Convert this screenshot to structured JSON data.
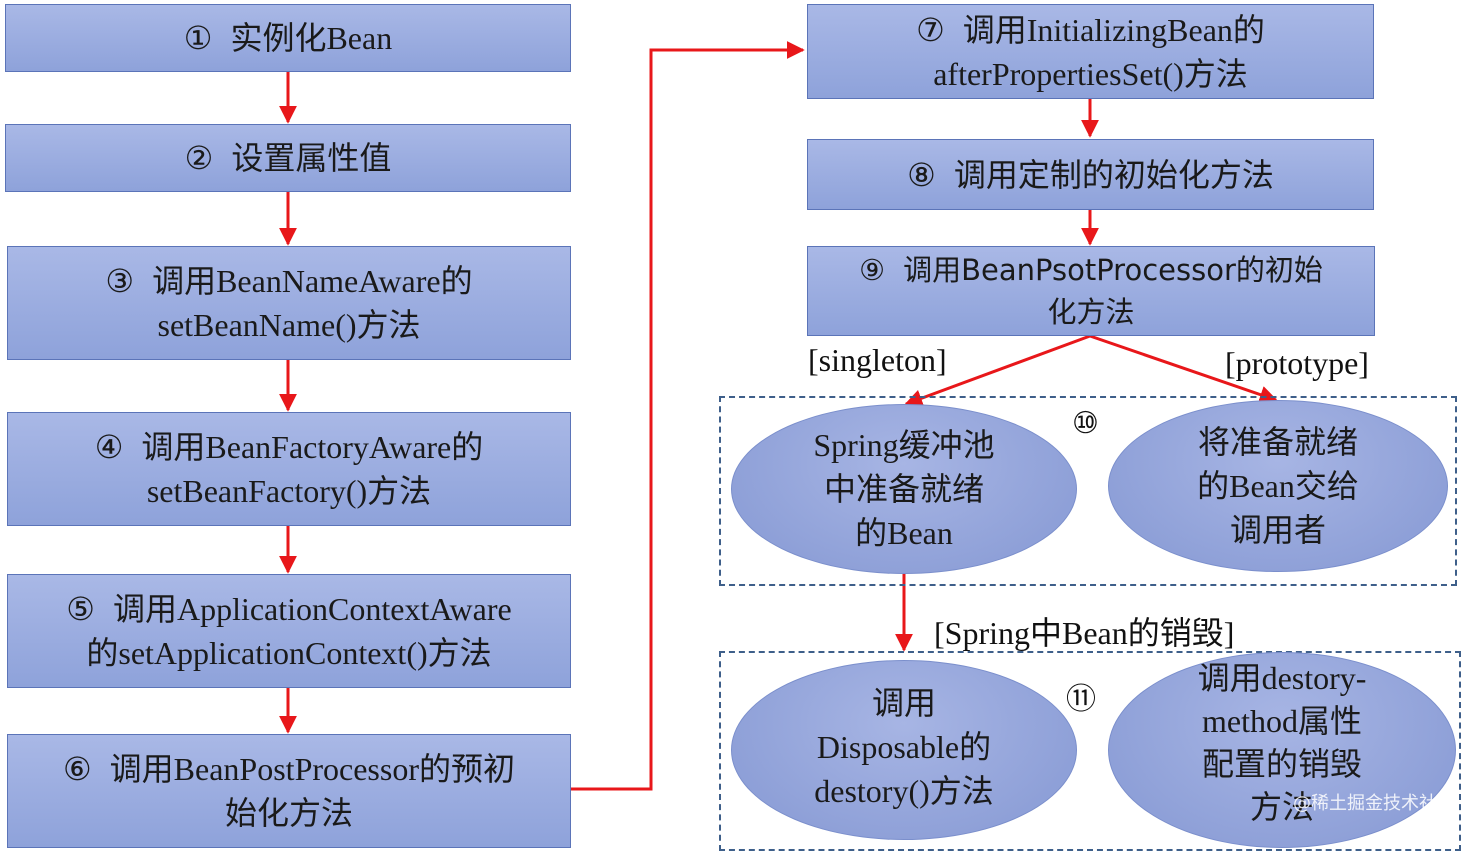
{
  "left_steps": [
    {
      "num": "①",
      "lines": [
        "实例化Bean"
      ]
    },
    {
      "num": "②",
      "lines": [
        "设置属性值"
      ]
    },
    {
      "num": "③",
      "lines": [
        "调用BeanNameAware的",
        "setBeanName()方法"
      ]
    },
    {
      "num": "④",
      "lines": [
        "调用BeanFactoryAware的",
        "setBeanFactory()方法"
      ]
    },
    {
      "num": "⑤",
      "lines": [
        "调用ApplicationContextAware",
        "的setApplicationContext()方法"
      ]
    },
    {
      "num": "⑥",
      "lines": [
        "调用BeanPostProcessor的预初",
        "始化方法"
      ]
    }
  ],
  "right_steps": [
    {
      "num": "⑦",
      "lines": [
        "调用InitializingBean的",
        "afterPropertiesSet()方法"
      ]
    },
    {
      "num": "⑧",
      "lines": [
        "调用定制的初始化方法"
      ]
    },
    {
      "num": "⑨",
      "lines": [
        "调用BeanPsotProcessor的初始",
        "化方法"
      ]
    }
  ],
  "scope_labels": {
    "singleton": "[singleton]",
    "prototype": "[prototype]"
  },
  "group10": {
    "num": "⑩",
    "left": [
      "Spring缓冲池",
      "中准备就绪",
      "的Bean"
    ],
    "right": [
      "将准备就绪",
      "的Bean交给",
      "调用者"
    ]
  },
  "destroy_label": "[Spring中Bean的销毁]",
  "group11": {
    "num": "⑪",
    "left": [
      "调用",
      "Disposable的",
      "destory()方法"
    ],
    "right": [
      "调用destory-",
      "method属性",
      "配置的销毁",
      "方法"
    ]
  },
  "watermark": "@稀土掘金技术社区",
  "colors": {
    "arrow": "#e8171a",
    "box": "#9aabde",
    "dash": "#3e5f8a"
  }
}
